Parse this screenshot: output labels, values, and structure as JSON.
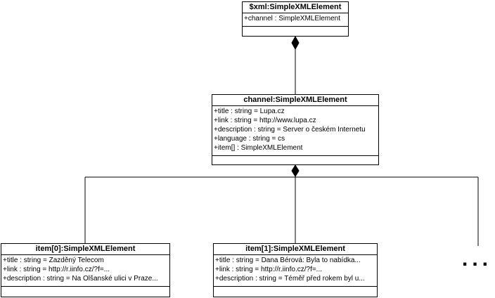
{
  "diagram": {
    "classes": [
      {
        "id": "xml",
        "name": "$xml:SimpleXMLElement",
        "attributes": [
          "+channel : SimpleXMLElement"
        ]
      },
      {
        "id": "channel",
        "name": "channel:SimpleXMLElement",
        "attributes": [
          "+title : string = Lupa.cz",
          "+link : string = http://www.lupa.cz",
          "+description : string = Server o českém Internetu",
          "+language : string = cs",
          "+item[] : SimpleXMLElement"
        ]
      },
      {
        "id": "item0",
        "name": "item[0]:SimpleXMLElement",
        "attributes": [
          "+title : string = Zazděný Telecom",
          "+link : string = http://r.iinfo.cz/?f=...",
          "+description : string = Na Olšanské ulici v Praze..."
        ]
      },
      {
        "id": "item1",
        "name": "item[1]:SimpleXMLElement",
        "attributes": [
          "+title : string = Dana Bérová: Byla to nabídka...",
          "+link : string = http://r.iinfo.cz/?f=...",
          "+description : string = Téměř před rokem byl u..."
        ]
      }
    ],
    "relations": [
      {
        "type": "composition",
        "whole": "xml",
        "part": "channel"
      },
      {
        "type": "composition",
        "whole": "channel",
        "part": "item0"
      },
      {
        "type": "composition",
        "whole": "channel",
        "part": "item1"
      },
      {
        "type": "composition",
        "whole": "channel",
        "part": "more-items"
      }
    ],
    "more_items_marker": "..."
  },
  "colors": {
    "line": "#000000",
    "background": "#ffffff"
  }
}
